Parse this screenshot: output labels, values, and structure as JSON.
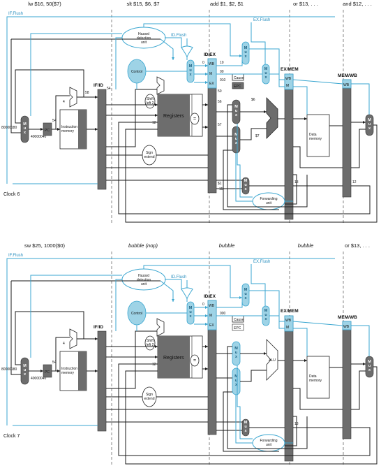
{
  "panels": [
    {
      "id": "clock6",
      "clock_label": "Clock 6",
      "headers": [
        {
          "text": "lw $16, 50($7)",
          "italic": false
        },
        {
          "text": "slt $15, $6, $7",
          "italic": false
        },
        {
          "text": "add $1, $2, $1",
          "italic": false
        },
        {
          "text": "or $13, . . .",
          "italic": false
        },
        {
          "text": "and $12, . . ."
        }
      ],
      "labels": {
        "if_flush": "IF.Flush",
        "id_flush": "ID.Flush",
        "ex_flush": "EX.Flush",
        "hazard_unit": "Hazard\ndetection\nunit",
        "control": "Control",
        "registers": "Registers",
        "instr_memory": "Instruction\nmemory",
        "data_memory": "Data\nmemory",
        "forwarding": "Forwarding\nunit",
        "pc": "PC",
        "sign_extend": "Sign\nextend",
        "shift_left": "Shift\nleft 2",
        "if_id": "IF/ID",
        "id_ex": "ID/EX",
        "ex_mem": "EX/MEM",
        "mem_wb": "MEM/WB",
        "cause": "Cause",
        "epc": "EPC",
        "alu": "",
        "addr_top": "80000180",
        "addr_pc": "40000040",
        "pc_val": "54",
        "ifid_val": "58",
        "ifid_val2": "54",
        "four": "4",
        "n10": "10",
        "n12": "12",
        "n0": "0",
        "n00": "00",
        "n010": "010",
        "n50": "50",
        "n56": "56",
        "n57": "57",
        "n58": "$6",
        "n59": "$7",
        "n1": "$1",
        "n15": "15",
        "n13": "13",
        "n12b": "12"
      }
    },
    {
      "id": "clock7",
      "clock_label": "Clock 7",
      "headers": [
        {
          "text": "sw $25, 1000($0)",
          "italic": false
        },
        {
          "text": "bubble (nop)",
          "italic": true
        },
        {
          "text": "bubble",
          "italic": true
        },
        {
          "text": "bubble",
          "italic": true
        },
        {
          "text": "or $13, . . .",
          "italic": false
        }
      ],
      "labels": {
        "if_flush": "IF.Flush",
        "id_flush": "ID.Flush",
        "ex_flush": "EX.Flush",
        "hazard_unit": "Hazard\ndetection\nunit",
        "control": "Control",
        "registers": "Registers",
        "instr_memory": "Instruction\nmemory",
        "data_memory": "Data\nmemory",
        "forwarding": "Forwarding\nunit",
        "pc": "PC",
        "sign_extend": "Sign\nextend",
        "shift_left": "Shift\nleft 2",
        "if_id": "IF/ID",
        "id_ex": "ID/EX",
        "ex_mem": "EX/MEM",
        "mem_wb": "MEM/WB",
        "cause": "Cause",
        "epc": "EPC",
        "alu": "ALU",
        "addr_top": "80000180",
        "addr_pc": "40000040",
        "pc_val": "54",
        "ifid_val": "",
        "ifid_val2": "",
        "four": "4",
        "n10": "",
        "n12": "12",
        "n0": "0",
        "n00": "000",
        "n010": "",
        "n50": "",
        "n56": "",
        "n57": "",
        "n58": "",
        "n59": "",
        "n1": "",
        "n15": "",
        "n13": "13",
        "n12b": ""
      }
    }
  ]
}
